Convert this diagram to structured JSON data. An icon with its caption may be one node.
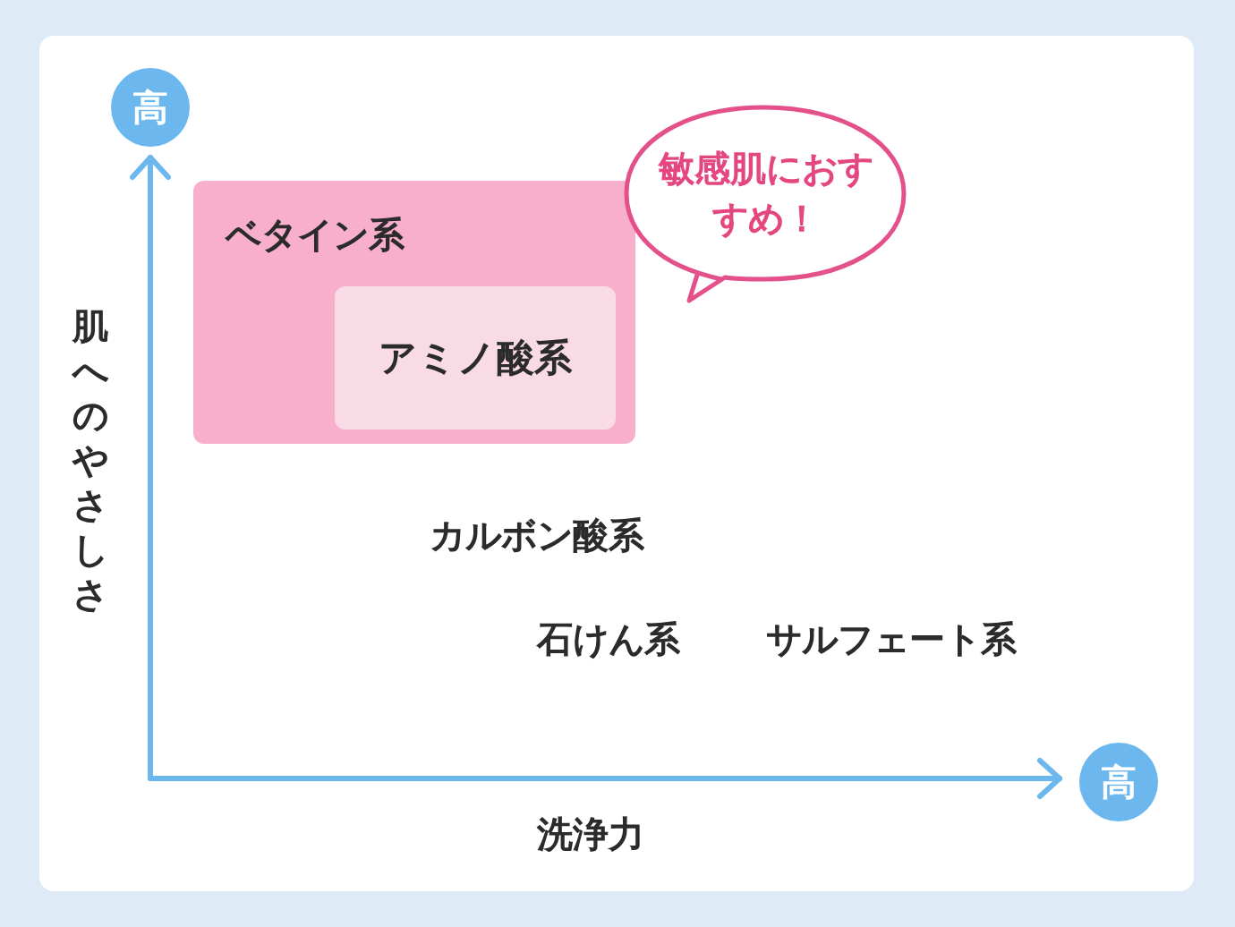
{
  "diagram": {
    "nodes": [
      {
        "text": [
          "高"
        ]
      },
      {
        "text": [
          "ベタイン系"
        ]
      },
      {
        "text": [
          "アミノ酸系"
        ],
        "in": 1
      },
      {
        "text": [
          "敏感肌におすすめ！"
        ]
      },
      {
        "text": [
          "高"
        ]
      }
    ],
    "labels": [
      "肌へのやさしさ",
      "カルボン酸系",
      "石けん系",
      "サルフェート系",
      "洗浄力"
    ]
  }
}
